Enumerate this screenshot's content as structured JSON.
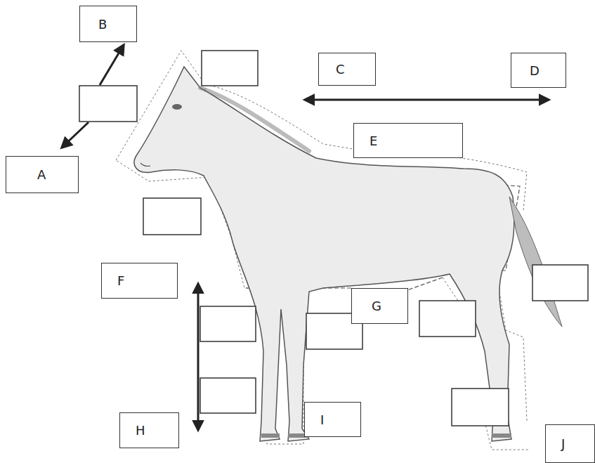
{
  "diagram": {
    "nodes": [
      {
        "text": [
          "B"
        ]
      },
      {
        "text": [
          "C"
        ]
      },
      {
        "text": [
          "D"
        ]
      },
      {
        "text": [
          "E"
        ]
      },
      {
        "text": [
          "A"
        ]
      },
      {
        "text": [
          "F"
        ]
      },
      {
        "text": [
          "G"
        ]
      },
      {
        "text": [
          "I"
        ]
      },
      {
        "text": [
          "H"
        ]
      },
      {
        "text": [
          "J"
        ]
      }
    ]
  }
}
